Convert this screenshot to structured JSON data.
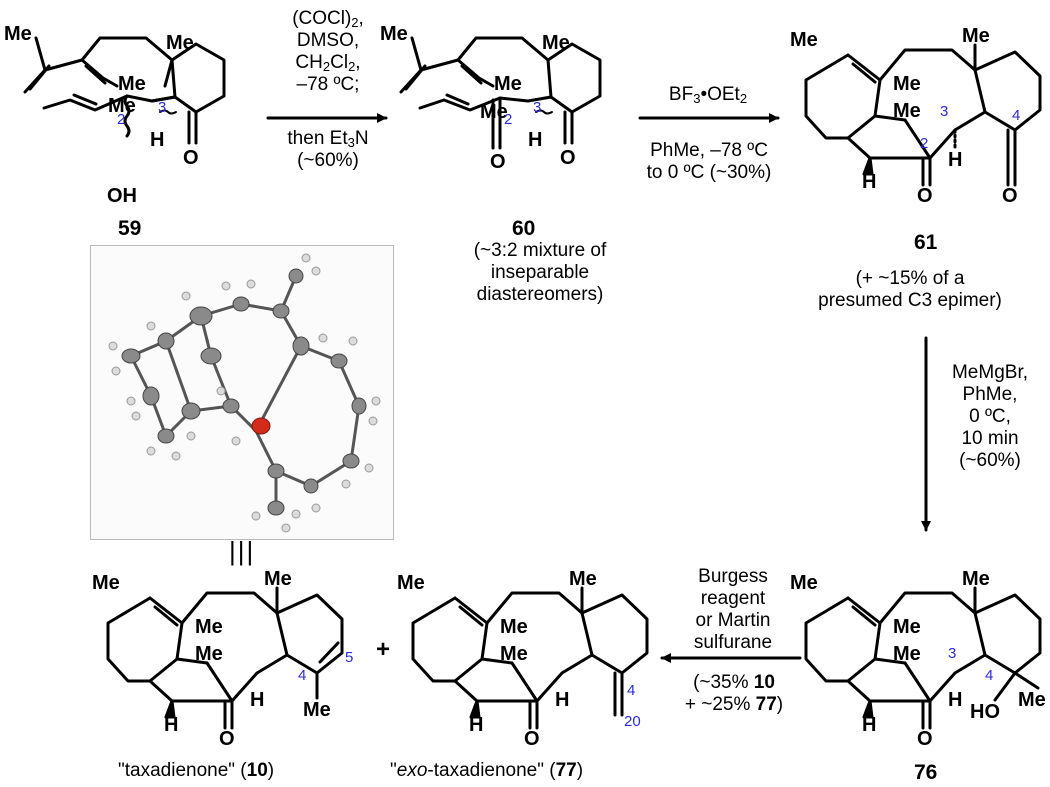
{
  "compounds": {
    "c59": "59",
    "c60": "60",
    "c61": "61",
    "c76": "76",
    "c10": "10",
    "c77": "77"
  },
  "atom_labels": {
    "me": "Me",
    "h": "H",
    "o": "O",
    "oh": "OH",
    "ho": "HO"
  },
  "position_numbers": {
    "n2": "2",
    "n3": "3",
    "n4": "4",
    "n5": "5",
    "n20": "20"
  },
  "step1": {
    "line1": "(COCl)",
    "line1_sub": "2",
    "line1_end": ",",
    "line2": "DMSO,",
    "line3": "CH",
    "line3_sub1": "2",
    "line3_mid": "Cl",
    "line3_sub2": "2",
    "line3_end": ",",
    "line4": "–78 ºC;",
    "line5_pre": "then Et",
    "line5_sub": "3",
    "line5_post": "N",
    "line6": "(~60%)"
  },
  "step2": {
    "line1_pre": "BF",
    "line1_sub1": "3",
    "line1_mid": "•OEt",
    "line1_sub2": "2",
    "line2": "PhMe, –78 ºC",
    "line3": "to 0 ºC (~30%)"
  },
  "step3": {
    "lines": [
      "MeMgBr,",
      "PhMe,",
      "0 ºC,",
      "10 min",
      "(~60%)"
    ]
  },
  "step4": {
    "lines": [
      "Burgess",
      "reagent",
      "or Martin",
      "sulfurane"
    ],
    "yield1_pre": "(~35% ",
    "yield1_bold": "10",
    "yield2_pre": "+ ~25% ",
    "yield2_bold": "77",
    "yield2_post": ")"
  },
  "notes": {
    "n60": [
      "(~3:2 mixture of",
      "inseparable",
      "diastereomers)"
    ],
    "n61": [
      "(+ ~15% of a",
      "presumed C3 epimer)"
    ]
  },
  "names": {
    "taxadienone_pre": "\"taxadienone\" (",
    "taxadienone_post": ")",
    "exo_pre": "\"",
    "exo_italic": "exo",
    "exo_mid": "-taxadienone\" (",
    "exo_post": ")"
  },
  "xray": {
    "equiv_symbol": "|||",
    "carbon_color": "#8a8a8a",
    "oxygen_color": "#d42a1a",
    "hydrogen_color": "#dcdcdc"
  }
}
